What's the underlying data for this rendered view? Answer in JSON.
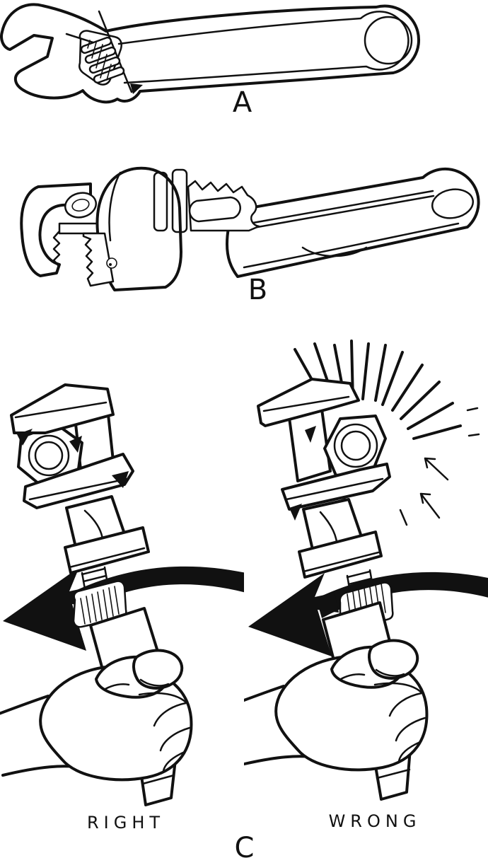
{
  "page": {
    "background_color": "#ffffff",
    "ink_color": "#111111",
    "description": "Line-art manual illustration of wrenches"
  },
  "figure_a": {
    "label": "A",
    "illustration": "adjustable-wrench"
  },
  "figure_b": {
    "label": "B",
    "illustration": "pipe-wrench"
  },
  "figure_c": {
    "label": "C",
    "left_caption": "RIGHT",
    "right_caption": "WRONG",
    "left_illustration": "adjustable-wrench-correct-pull-direction",
    "right_illustration": "adjustable-wrench-incorrect-pull-direction"
  }
}
